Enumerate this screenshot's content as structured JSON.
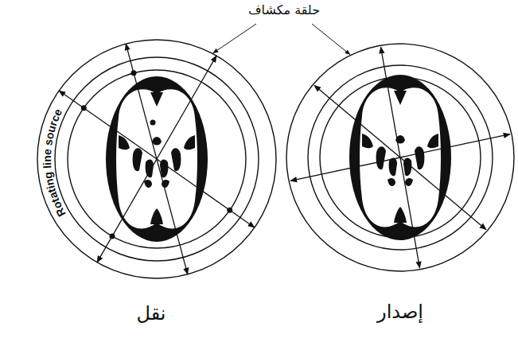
{
  "diagram": {
    "labels": [
      "حلقة مكشاف",
      "Rotating line source",
      "نقل",
      "إصدار"
    ]
  }
}
